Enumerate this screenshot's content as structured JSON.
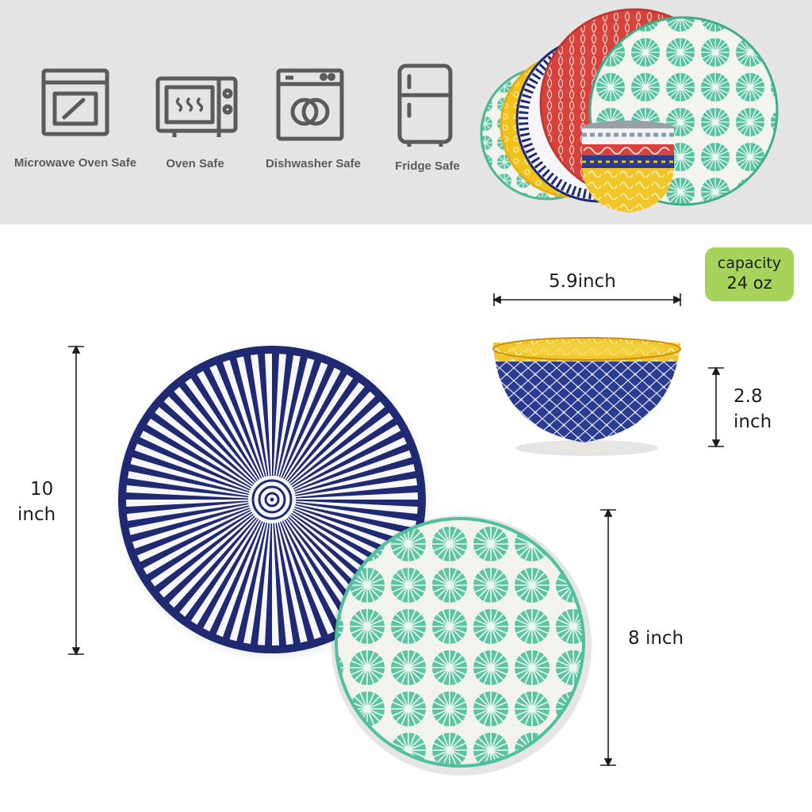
{
  "features": [
    {
      "label": "Microwave Oven Safe",
      "icon": "microwave-oven-icon"
    },
    {
      "label": "Oven Safe",
      "icon": "oven-icon"
    },
    {
      "label": "Dishwasher Safe",
      "icon": "dishwasher-icon"
    },
    {
      "label": "Fridge Safe",
      "icon": "fridge-icon"
    }
  ],
  "capacity": {
    "label": "capacity",
    "value": "24 oz"
  },
  "dimensions": {
    "bowl_diameter": "5.9inch",
    "bowl_height_value": "2.8",
    "bowl_height_unit": "inch",
    "dinner_plate_value": "10",
    "dinner_plate_unit": "inch",
    "salad_plate": "8 inch"
  },
  "colors": {
    "band": "#e4e4e4",
    "icon_gray": "#5b5b5b",
    "badge": "#a6d35b",
    "navy": "#1f2a72",
    "teal": "#4fbf9e",
    "yellow": "#f2c21c",
    "red": "#d8423c"
  }
}
